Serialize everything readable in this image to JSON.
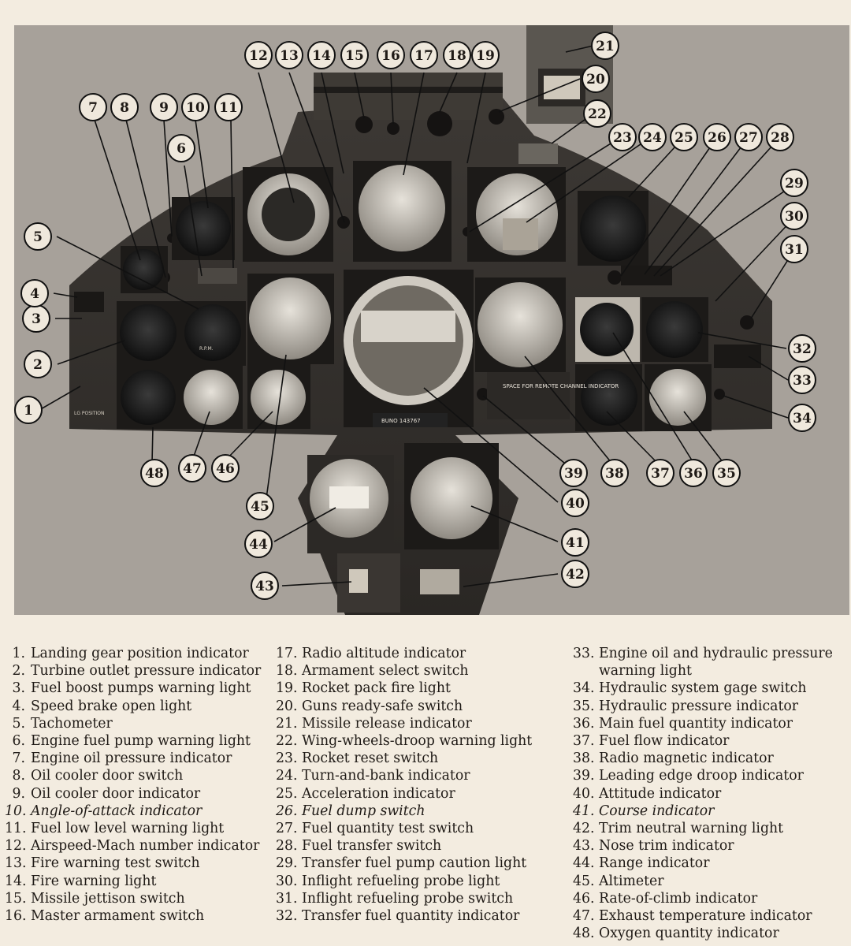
{
  "photo": {
    "placards": {
      "buno": "BUNO 143767",
      "space_for_remote": "SPACE FOR REMOTE CHANNEL INDICATOR",
      "lg_position": "LG POSITION",
      "rpm": "R.P.M."
    },
    "callouts": [
      "1",
      "2",
      "3",
      "4",
      "5",
      "6",
      "7",
      "8",
      "9",
      "10",
      "11",
      "12",
      "13",
      "14",
      "15",
      "16",
      "17",
      "18",
      "19",
      "20",
      "21",
      "22",
      "23",
      "24",
      "25",
      "26",
      "27",
      "28",
      "29",
      "30",
      "31",
      "32",
      "33",
      "34",
      "35",
      "36",
      "37",
      "38",
      "39",
      "40",
      "41",
      "42",
      "43",
      "44",
      "45",
      "46",
      "47",
      "48"
    ]
  },
  "legend": {
    "columns": [
      [
        {
          "num": "1.",
          "text": "Landing gear position indicator"
        },
        {
          "num": "2.",
          "text": "Turbine outlet pressure indicator"
        },
        {
          "num": "3.",
          "text": "Fuel boost pumps warning light"
        },
        {
          "num": "4.",
          "text": "Speed brake open light"
        },
        {
          "num": "5.",
          "text": "Tachometer"
        },
        {
          "num": "6.",
          "text": "Engine fuel pump warning light"
        },
        {
          "num": "7.",
          "text": "Engine oil pressure indicator"
        },
        {
          "num": "8.",
          "text": "Oil cooler door switch"
        },
        {
          "num": "9.",
          "text": "Oil cooler door indicator"
        },
        {
          "num": "10.",
          "text": "Angle-of-attack indicator",
          "italic": true
        },
        {
          "num": "11.",
          "text": "Fuel low level warning light"
        },
        {
          "num": "12.",
          "text": "Airspeed-Mach number indicator"
        },
        {
          "num": "13.",
          "text": "Fire warning test switch"
        },
        {
          "num": "14.",
          "text": "Fire warning light"
        },
        {
          "num": "15.",
          "text": "Missile jettison switch"
        },
        {
          "num": "16.",
          "text": "Master armament switch"
        }
      ],
      [
        {
          "num": "17.",
          "text": "Radio altitude indicator"
        },
        {
          "num": "18.",
          "text": "Armament select switch"
        },
        {
          "num": "19.",
          "text": "Rocket pack fire light"
        },
        {
          "num": "20.",
          "text": "Guns ready-safe switch"
        },
        {
          "num": "21.",
          "text": "Missile release indicator"
        },
        {
          "num": "22.",
          "text": "Wing-wheels-droop warning light"
        },
        {
          "num": "23.",
          "text": "Rocket reset switch"
        },
        {
          "num": "24.",
          "text": "Turn-and-bank indicator"
        },
        {
          "num": "25.",
          "text": "Acceleration indicator"
        },
        {
          "num": "26.",
          "text": "Fuel dump switch",
          "italic": true
        },
        {
          "num": "27.",
          "text": "Fuel quantity test switch"
        },
        {
          "num": "28.",
          "text": "Fuel transfer switch"
        },
        {
          "num": "29.",
          "text": "Transfer fuel pump caution light"
        },
        {
          "num": "30.",
          "text": "Inflight refueling probe light"
        },
        {
          "num": "31.",
          "text": "Inflight refueling probe switch"
        },
        {
          "num": "32.",
          "text": "Transfer fuel quantity indicator"
        }
      ],
      [
        {
          "num": "33.",
          "text": "Engine oil and hydraulic pressure warning light",
          "wrap": true
        },
        {
          "num": "34.",
          "text": "Hydraulic system gage switch"
        },
        {
          "num": "35.",
          "text": "Hydraulic pressure indicator"
        },
        {
          "num": "36.",
          "text": "Main fuel quantity indicator"
        },
        {
          "num": "37.",
          "text": "Fuel flow indicator"
        },
        {
          "num": "38.",
          "text": "Radio magnetic indicator"
        },
        {
          "num": "39.",
          "text": "Leading edge droop indicator"
        },
        {
          "num": "40.",
          "text": "Attitude indicator"
        },
        {
          "num": "41.",
          "text": "Course indicator",
          "italic": true
        },
        {
          "num": "42.",
          "text": "Trim neutral warning light"
        },
        {
          "num": "43.",
          "text": "Nose trim indicator"
        },
        {
          "num": "44.",
          "text": "Range indicator"
        },
        {
          "num": "45.",
          "text": "Altimeter"
        },
        {
          "num": "46.",
          "text": "Rate-of-climb indicator"
        },
        {
          "num": "47.",
          "text": "Exhaust temperature indicator"
        },
        {
          "num": "48.",
          "text": "Oxygen quantity indicator"
        }
      ]
    ]
  }
}
